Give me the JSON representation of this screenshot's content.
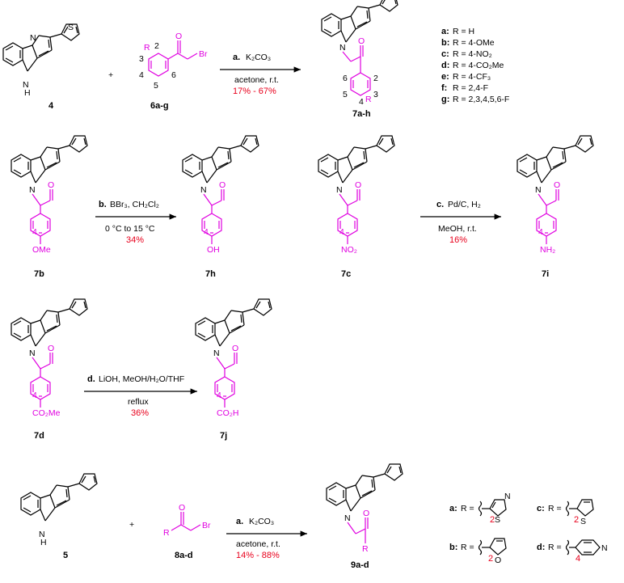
{
  "colors": {
    "highlight": "#e000e0",
    "yield": "#e8001c",
    "ink": "#000000"
  },
  "row1": {
    "compound_start": "4",
    "plus": "+",
    "reagent_label": "6a-g",
    "reagent_positions": [
      "2",
      "3",
      "4",
      "5",
      "6"
    ],
    "reagent_r": "R",
    "bromo": "Br",
    "oxygen": "O",
    "conditions_step": "a.",
    "conditions_reagent": "K₂CO₃",
    "conditions_solvent": "acetone, r.t.",
    "yield": "17% - 67%",
    "product_label": "7a-h",
    "product_positions": [
      "2",
      "3",
      "4",
      "5",
      "6"
    ],
    "substituents": [
      {
        "key": "a:",
        "value": "R = H"
      },
      {
        "key": "b:",
        "value": "R = 4-OMe"
      },
      {
        "key": "c:",
        "value": "R = 4-NO₂"
      },
      {
        "key": "d:",
        "value": "R = 4-CO₂Me"
      },
      {
        "key": "e:",
        "value": "R = 4-CF₃"
      },
      {
        "key": "f:",
        "value": "R = 2,4-F"
      },
      {
        "key": "g:",
        "value": "R = 2,3,4,5,6-F"
      }
    ]
  },
  "row2": {
    "cmpd_7b": "7b",
    "sub_7b": "OMe",
    "pos_7b": "4",
    "cond_b_step": "b.",
    "cond_b_reagent": "BBr₃, CH₂Cl₂",
    "cond_b_temp": "0 °C to 15 °C",
    "yield_b": "34%",
    "cmpd_7h": "7h",
    "sub_7h": "OH",
    "pos_7h": "4",
    "cmpd_7c": "7c",
    "sub_7c": "NO₂",
    "pos_7c": "4",
    "cond_c_step": "c.",
    "cond_c_reagent": "Pd/C, H₂",
    "cond_c_solvent": "MeOH, r.t.",
    "yield_c": "16%",
    "cmpd_7i": "7i",
    "sub_7i": "NH₂",
    "pos_7i": "4"
  },
  "row3": {
    "cmpd_7d": "7d",
    "sub_7d": "CO₂Me",
    "pos_7d": "4",
    "cond_d_step": "d.",
    "cond_d_reagent": "LiOH, MeOH/H₂O/THF",
    "cond_d_temp": "reflux",
    "yield_d": "36%",
    "cmpd_7j": "7j",
    "sub_7j": "CO₂H",
    "pos_7j": "4"
  },
  "row4": {
    "compound_start": "5",
    "plus": "+",
    "reagent_label": "8a-d",
    "reagent_r": "R",
    "bromo": "Br",
    "oxygen": "O",
    "conditions_step": "a.",
    "conditions_reagent": "K₂CO₃",
    "conditions_solvent": "acetone, r.t.",
    "yield": "14% - 88%",
    "product_label": "9a-d",
    "product_r": "R",
    "hetero": [
      {
        "key": "a:",
        "value": "R =",
        "pos": "2",
        "atom1": "N",
        "atom2": "S"
      },
      {
        "key": "b:",
        "value": "R =",
        "pos": "2",
        "atom1": "O"
      },
      {
        "key": "c:",
        "value": "R =",
        "pos": "2",
        "atom1": "S"
      },
      {
        "key": "d:",
        "value": "R =",
        "pos": "4",
        "atom1": "N"
      }
    ]
  },
  "atoms": {
    "N": "N",
    "S": "S",
    "H": "H",
    "O": "O"
  }
}
